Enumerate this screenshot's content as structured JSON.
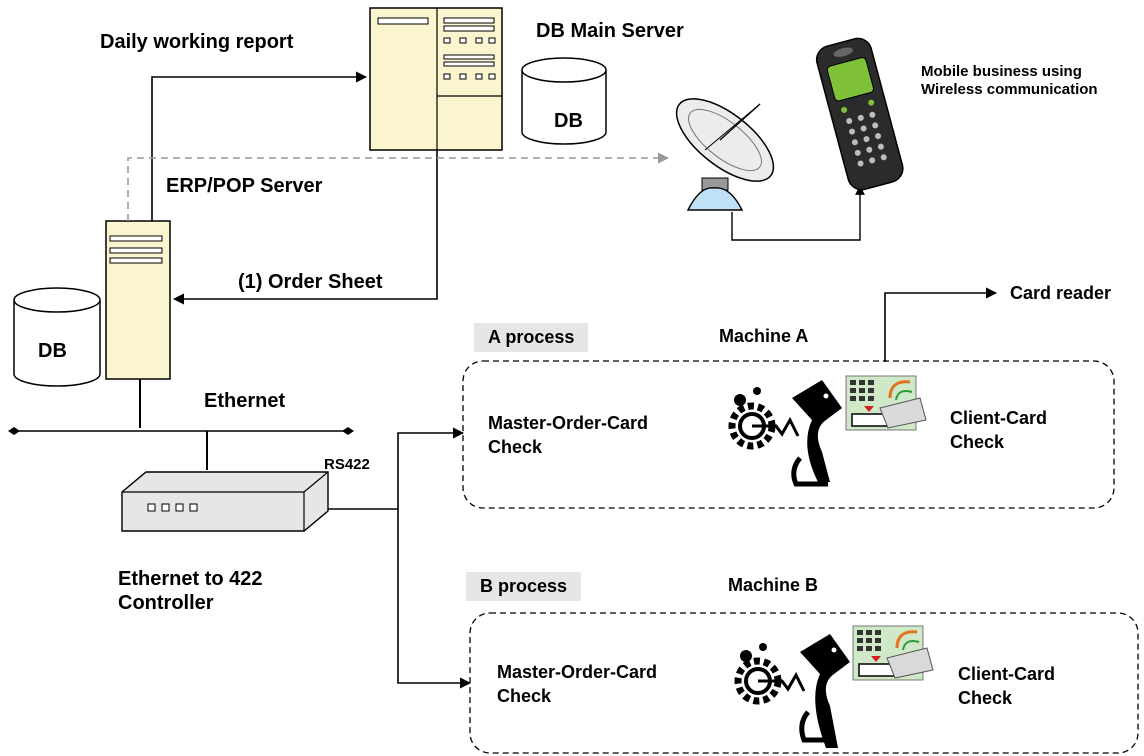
{
  "labels": {
    "daily_report": "Daily working report",
    "db_main_server": "DB Main Server",
    "db_main": "DB",
    "erp_pop_server": "ERP/POP Server",
    "db_erp": "DB",
    "order_sheet": "(1) Order Sheet",
    "mobile_line1": "Mobile business using",
    "mobile_line2": "Wireless communication",
    "card_reader": "Card reader",
    "ethernet": "Ethernet",
    "rs422": "RS422",
    "controller_line1": "Ethernet to 422",
    "controller_line2": "Controller"
  },
  "process_a": {
    "tag": "A process",
    "machine": "Machine A",
    "master_line1": "Master-Order-Card",
    "master_line2": "Check",
    "client_line1": "Client-Card",
    "client_line2": "Check"
  },
  "process_b": {
    "tag": "B process",
    "machine": "Machine B",
    "master_line1": "Master-Order-Card",
    "master_line2": "Check",
    "client_line1": "Client-Card",
    "client_line2": "Check"
  },
  "colors": {
    "server_fill": "#fbf5cf",
    "box_fill": "#f3f3f3",
    "screen_green": "#7fc23a",
    "dish_blue": "#bfe0f5",
    "card_green": "#cfe8c8",
    "dashed_arrow": "#999999",
    "tag_bg": "#e6e6e6"
  }
}
